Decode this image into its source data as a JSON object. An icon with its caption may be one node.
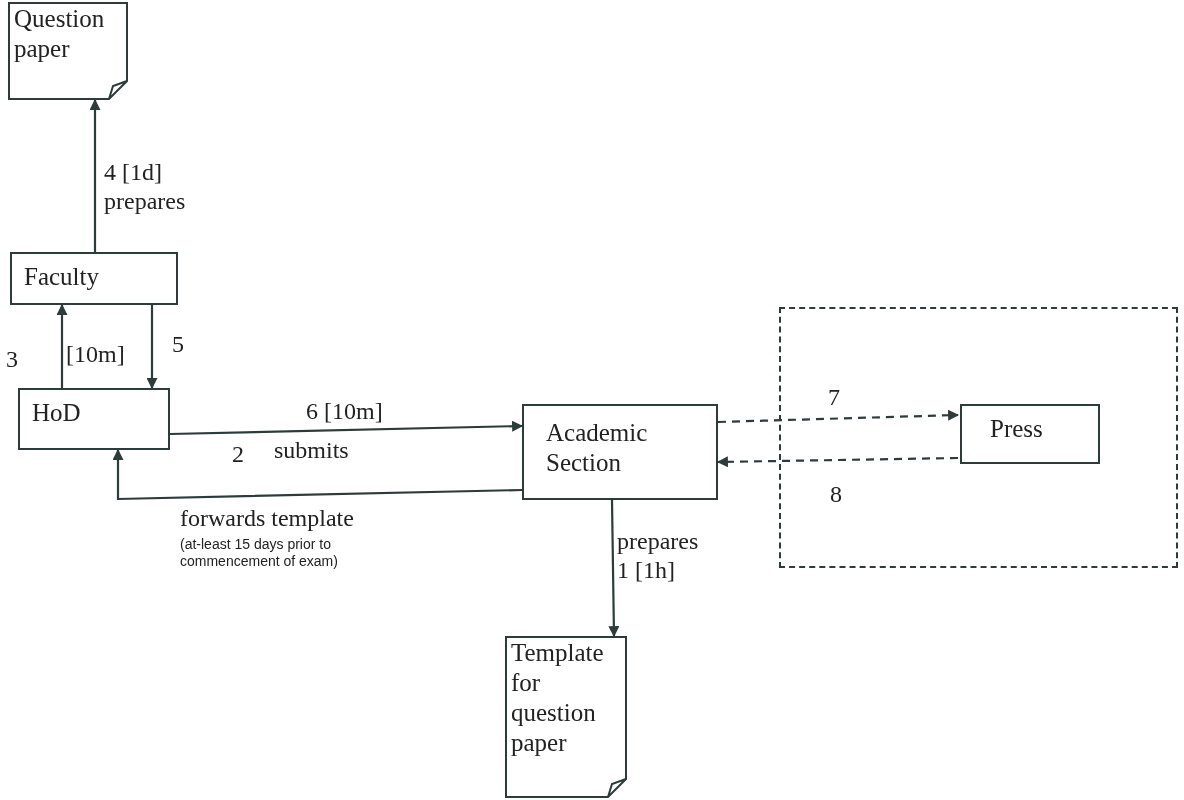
{
  "diagram": {
    "nodes": [
      {
        "text": [
          "Question paper"
        ]
      },
      {
        "text": [
          "Faculty"
        ]
      },
      {
        "text": [
          "HoD"
        ]
      },
      {
        "text": [
          "Academic Section"
        ]
      },
      {
        "text": [],
        "shape": "box"
      },
      {
        "text": [
          "Press"
        ],
        "in": 4
      },
      {
        "text": [
          "Template for question paper"
        ]
      }
    ],
    "edges": [
      {
        "from": 1,
        "to": 0,
        "arrow": "to",
        "label": "4 [1d] prepares"
      },
      {
        "from": 2,
        "to": 1,
        "arrow": "to",
        "label": "3"
      },
      {
        "from": 1,
        "to": 2,
        "arrow": "to",
        "label": "5"
      },
      {
        "from": 2,
        "to": 3,
        "arrow": "to",
        "label": "6 [10m]"
      },
      {
        "from": 3,
        "to": 2,
        "arrow": "to",
        "label": "2"
      },
      {
        "from": 3,
        "to": 5,
        "arrow": "to",
        "label": "7",
        "style": "dashed"
      },
      {
        "from": 5,
        "to": 3,
        "arrow": "to",
        "label": "8",
        "style": "dashed"
      },
      {
        "from": 3,
        "to": 6,
        "arrow": "to",
        "label": "prepares 1 [1h]"
      }
    ],
    "labels": [
      "[10m]",
      "submits",
      "forwards template",
      "(at-least 15 days prior to commencement of exam)"
    ]
  }
}
